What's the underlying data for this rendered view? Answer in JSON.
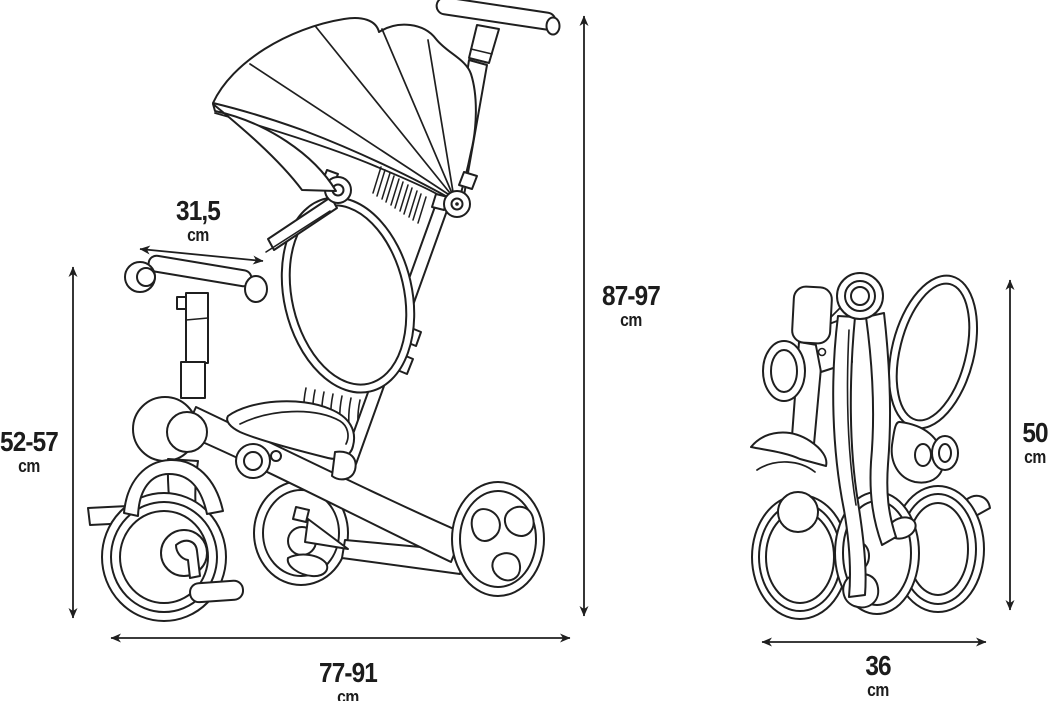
{
  "page": {
    "background_color": "#ffffff",
    "line_color": "#1f1f1f",
    "text_color": "#1c1c1c"
  },
  "diagram": {
    "subject": "folding-tricycle-dimensions",
    "views": {
      "unfolded": {
        "name": "tricycle-unfolded-side-view",
        "dimensions": {
          "handlebar_width": {
            "value": "31,5",
            "unit": "cm"
          },
          "seat_height": {
            "value": "52-57",
            "unit": "cm"
          },
          "handle_height": {
            "value": "87-97",
            "unit": "cm"
          },
          "length": {
            "value": "77-91",
            "unit": "cm"
          }
        }
      },
      "folded": {
        "name": "tricycle-folded-view",
        "dimensions": {
          "height": {
            "value": "50",
            "unit": "cm"
          },
          "depth": {
            "value": "36",
            "unit": "cm"
          }
        }
      }
    }
  }
}
